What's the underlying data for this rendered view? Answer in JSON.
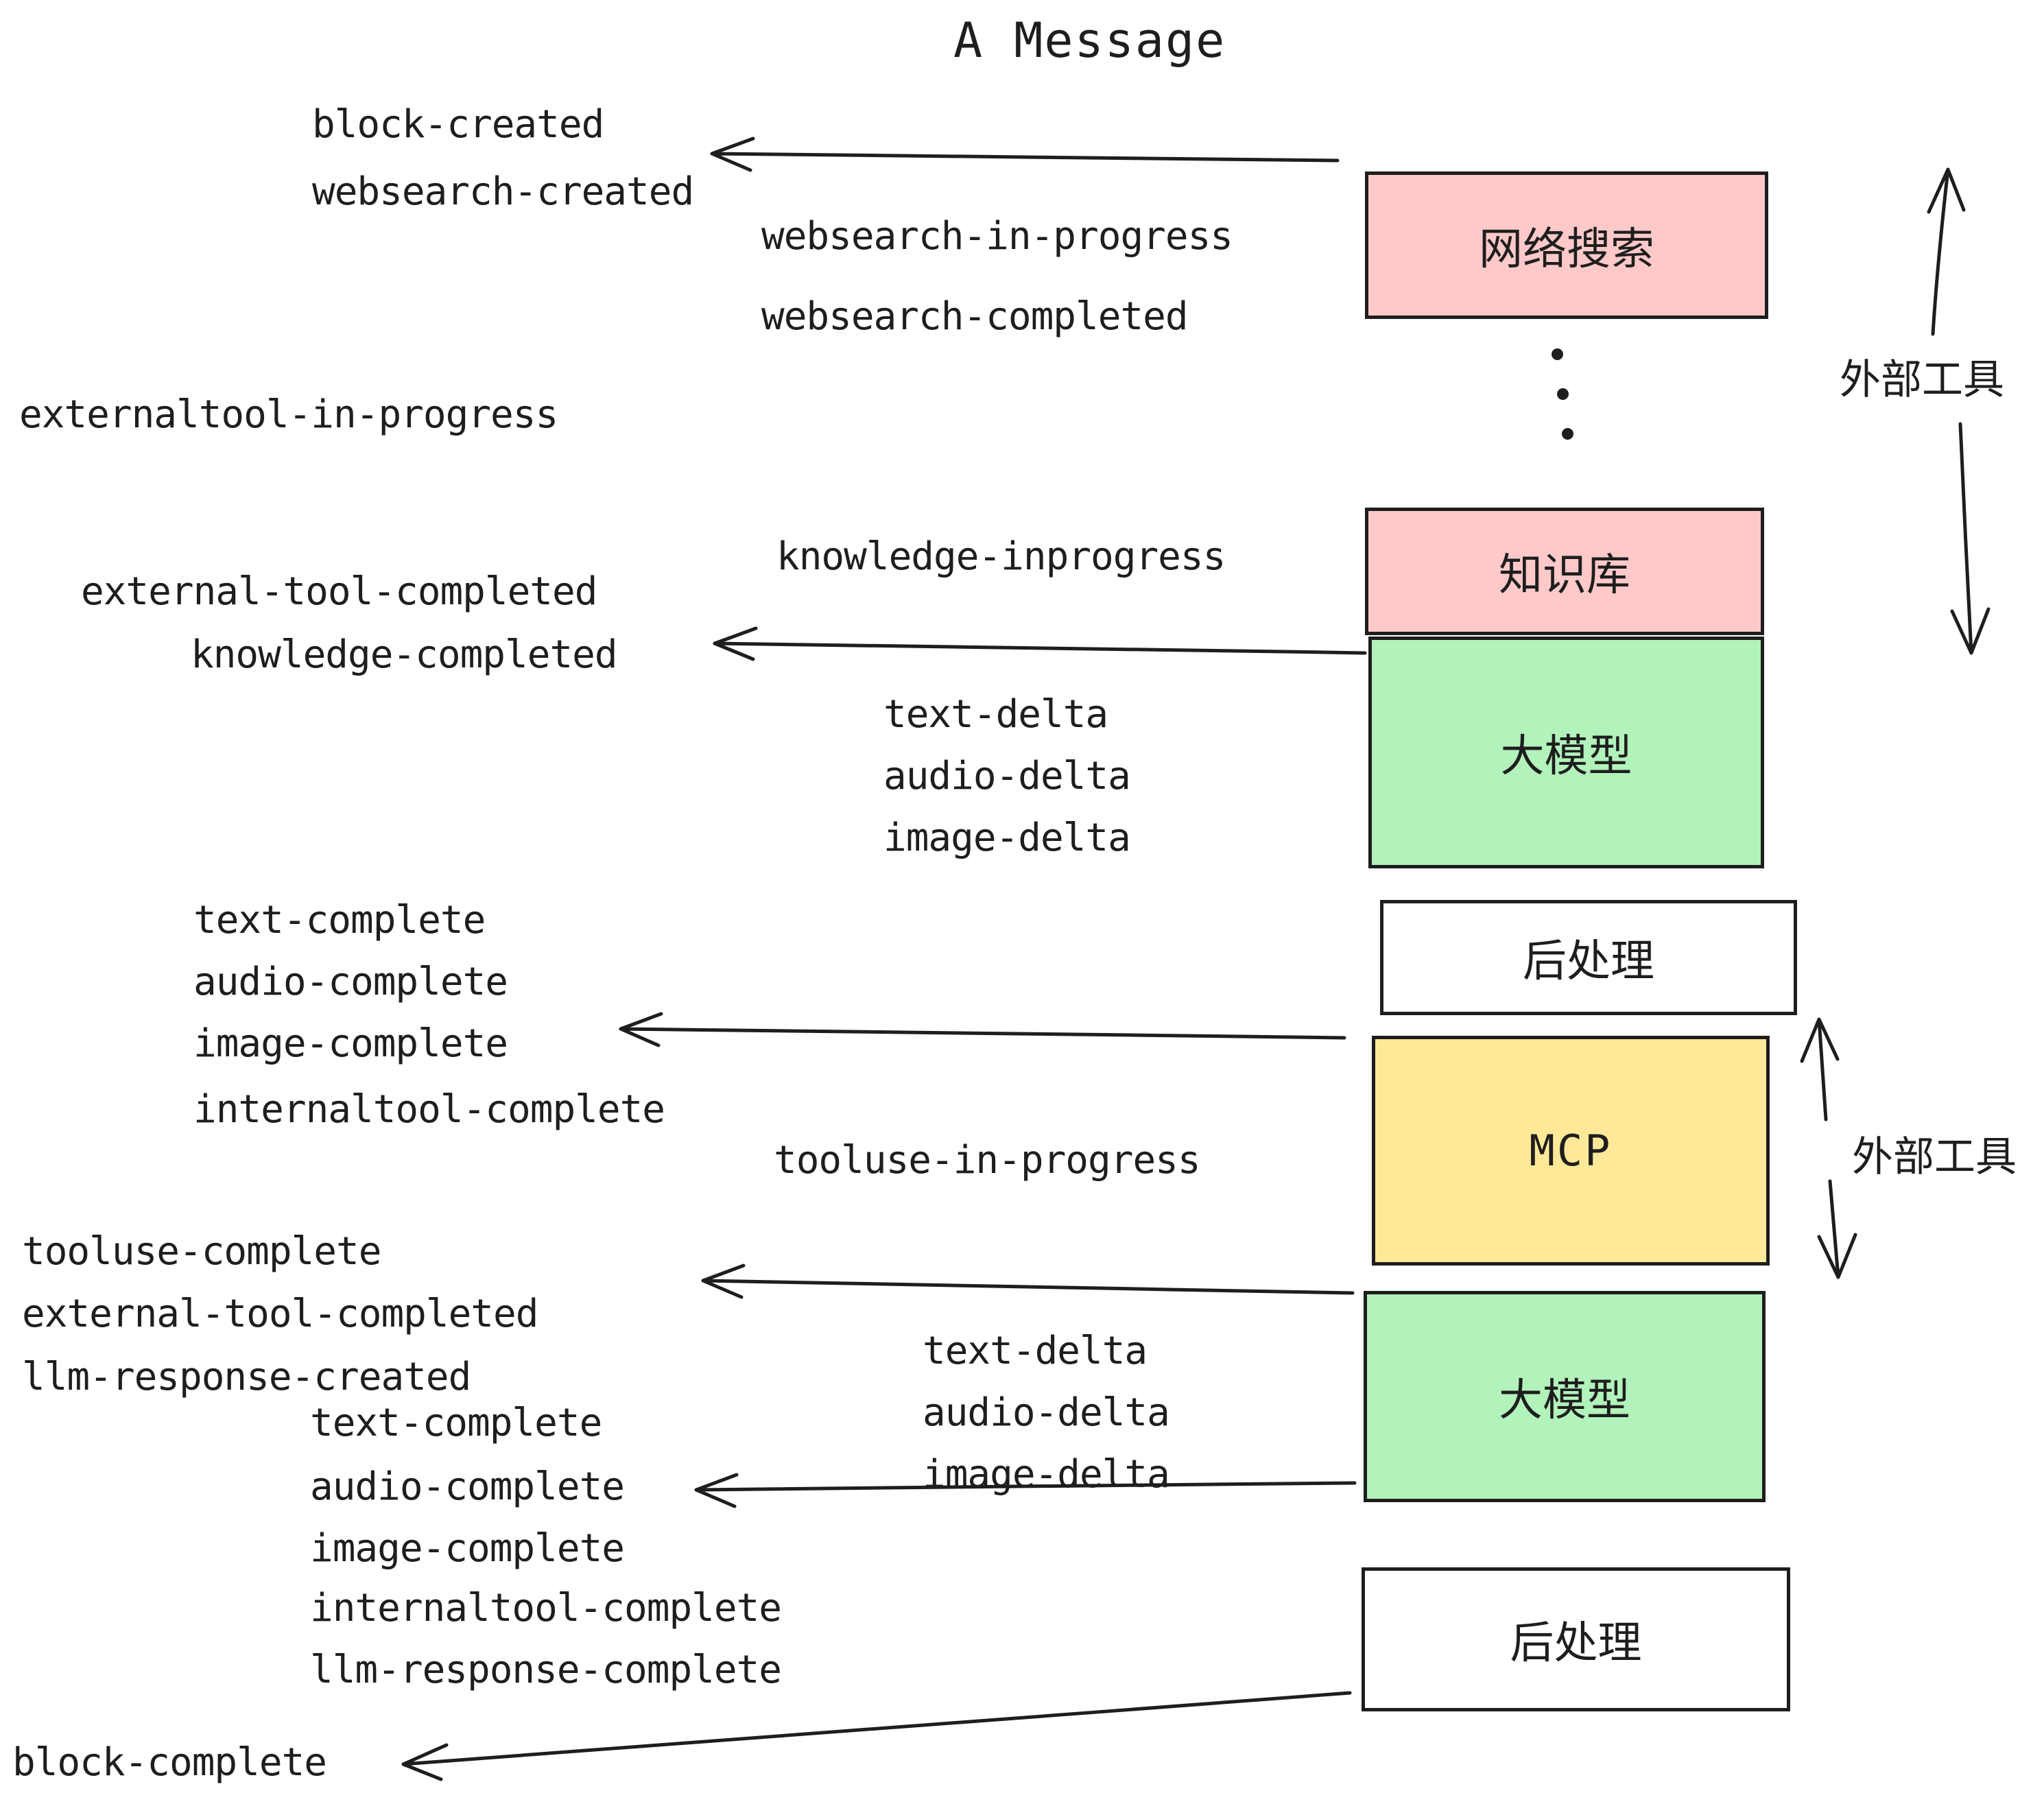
{
  "title": "A Message",
  "colors": {
    "ink": "#1e1e1e",
    "box_pink": "#FFC9C9",
    "box_green": "#B2F2BB",
    "box_yellow": "#FFE999",
    "box_white": "#FFFFFF",
    "background": "#FFFFFF"
  },
  "events": {
    "block_created": "block-created",
    "websearch_created": "websearch-created",
    "websearch_in_progress": "websearch-in-progress",
    "websearch_completed": "websearch-completed",
    "externaltool_in_progress": "externaltool-in-progress",
    "knowledge_inprogress": "knowledge-inprogress",
    "external_tool_completed": "external-tool-completed",
    "knowledge_completed": "knowledge-completed",
    "text_delta": "text-delta",
    "audio_delta": "audio-delta",
    "image_delta": "image-delta",
    "text_complete": "text-complete",
    "audio_complete": "audio-complete",
    "image_complete": "image-complete",
    "internaltool_complete": "internaltool-complete",
    "tooluse_in_progress": "tooluse-in-progress",
    "tooluse_complete": "tooluse-complete",
    "llm_response_created": "llm-response-created",
    "llm_response_complete": "llm-response-complete",
    "block_complete": "block-complete"
  },
  "boxes": {
    "websearch": {
      "label": "网络搜索",
      "fill": "#FFC9C9"
    },
    "knowledge_base": {
      "label": "知识库",
      "fill": "#FFC9C9"
    },
    "llm_top": {
      "label": "大模型",
      "fill": "#B2F2BB"
    },
    "postprocess_top": {
      "label": "后处理",
      "fill": "#FFFFFF"
    },
    "mcp": {
      "label": "MCP",
      "fill": "#FFE999"
    },
    "llm_bottom": {
      "label": "大模型",
      "fill": "#B2F2BB"
    },
    "postprocess_bottom": {
      "label": "后处理",
      "fill": "#FFFFFF"
    }
  },
  "annotations": {
    "external_tools_top": "外部工具",
    "external_tools_mid": "外部工具"
  },
  "icons": {
    "vertical_ellipsis": "vertical-ellipsis-dots",
    "arrows": "hand-drawn-arrow-lines"
  }
}
